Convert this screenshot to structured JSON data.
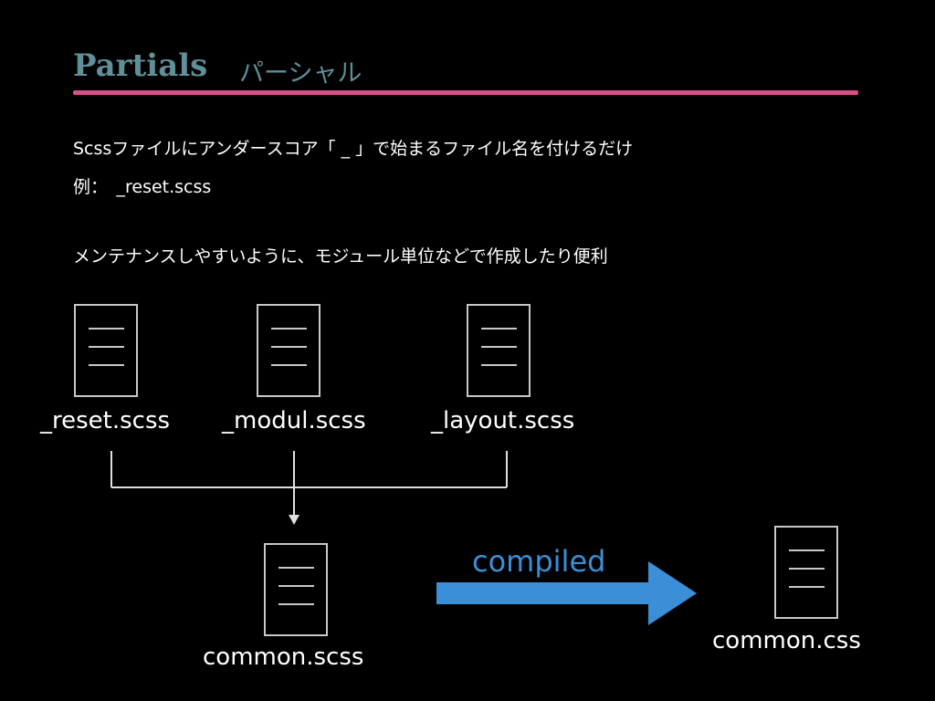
{
  "slide": {
    "title": "Partials",
    "subtitle": "パーシャル",
    "line1": "Scssファイルにアンダースコア「 _ 」で始まるファイル名を付けるだけ",
    "line2": "例：　_reset.scss",
    "line3": "メンテナンスしやすいように、モジュール単位などで作成したり便利"
  },
  "diagram": {
    "files": [
      {
        "id": "reset",
        "label": "_reset.scss"
      },
      {
        "id": "modul",
        "label": "_modul.scss"
      },
      {
        "id": "layout",
        "label": "_layout.scss"
      },
      {
        "id": "common_scss",
        "label": "common.scss"
      },
      {
        "id": "common_css",
        "label": "common.css"
      }
    ],
    "arrow_label": "compiled",
    "colors": {
      "title": "#5f8f98",
      "underline": "#d8508a",
      "arrow": "#3a8fd6",
      "icon_stroke": "#c8c8c8"
    }
  }
}
